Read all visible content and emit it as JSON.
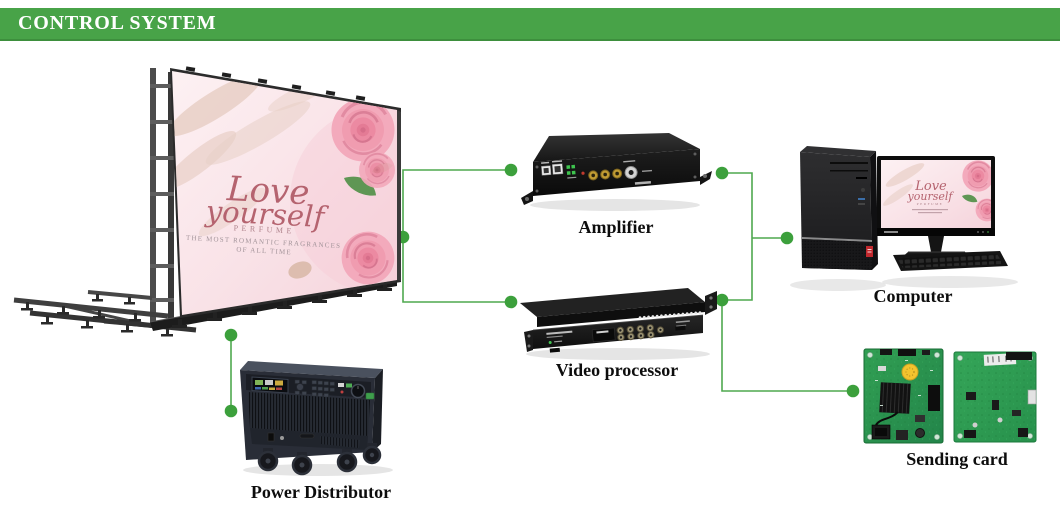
{
  "header": {
    "title": "CONTROL SYSTEM"
  },
  "colors": {
    "header_green": "#48a348",
    "connector_dot_green": "#3ca03c",
    "connector_line_green": "#4fa84f",
    "ad_pink": "#f7dce2",
    "ad_text_rose": "#b5636f",
    "pcb_green": "#2f9e52",
    "badge_red": "#c1292e"
  },
  "display_ad": {
    "line1": "Love",
    "line2": "yourself",
    "line3": "PERFUME",
    "line4": "THE MOST ROMANTIC FRAGRANCES",
    "line5": "OF ALL TIME"
  },
  "components": {
    "amplifier": {
      "label": "Amplifier"
    },
    "video_processor": {
      "label": "Video processor"
    },
    "computer": {
      "label": "Computer"
    },
    "power_distributor": {
      "label": "Power Distributor"
    },
    "sending_card": {
      "label": "Sending card"
    }
  },
  "connections": [
    [
      "led_display",
      "amplifier"
    ],
    [
      "led_display",
      "video_processor"
    ],
    [
      "amplifier",
      "computer"
    ],
    [
      "video_processor",
      "computer"
    ],
    [
      "video_processor",
      "sending_card"
    ],
    [
      "led_display",
      "power_distributor"
    ]
  ]
}
